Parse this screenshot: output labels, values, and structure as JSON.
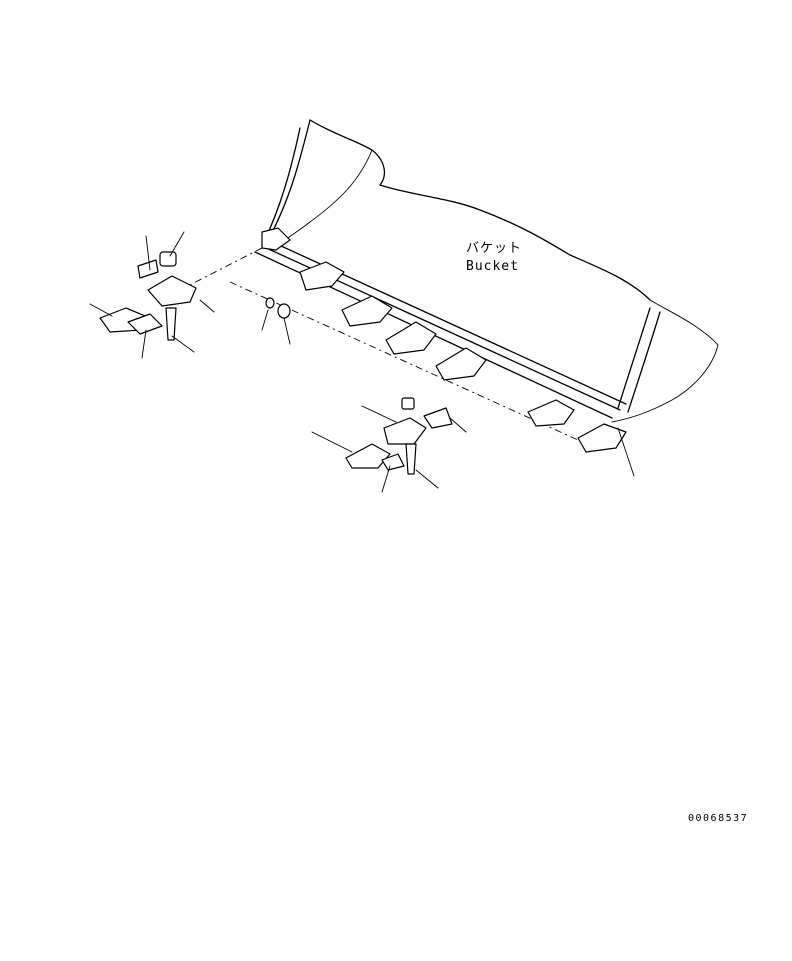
{
  "labels": {
    "bucket_jp": "バケット",
    "bucket_en": "Bucket",
    "drawing_number": "00068537"
  }
}
